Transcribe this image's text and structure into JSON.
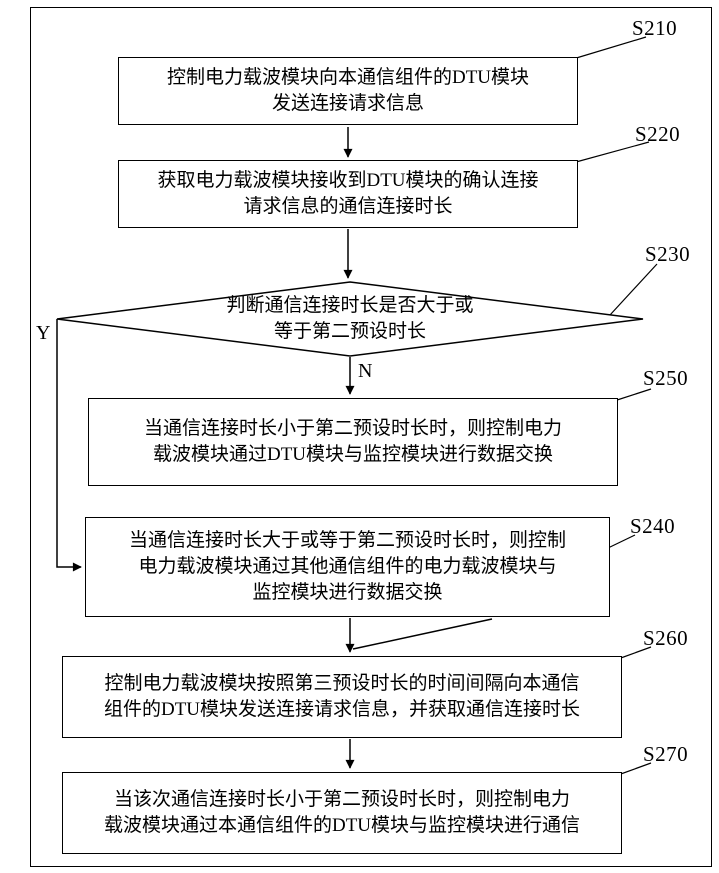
{
  "figure": {
    "background": "#ffffff",
    "line_color": "#000000",
    "type": "flowchart"
  },
  "branch_labels": {
    "yes": "Y",
    "no": "N"
  },
  "steps": {
    "s210": {
      "label": "S210",
      "shape": "process",
      "lines": [
        "控制电力载波模块向本通信组件的DTU模块",
        "发送连接请求信息"
      ]
    },
    "s220": {
      "label": "S220",
      "shape": "process",
      "lines": [
        "获取电力载波模块接收到DTU模块的确认连接",
        "请求信息的通信连接时长"
      ]
    },
    "s230": {
      "label": "S230",
      "shape": "decision",
      "lines": [
        "判断通信连接时长是否大于或",
        "等于第二预设时长"
      ]
    },
    "s250": {
      "label": "S250",
      "shape": "process",
      "lines": [
        "当通信连接时长小于第二预设时长时，则控制电力",
        "载波模块通过DTU模块与监控模块进行数据交换"
      ]
    },
    "s240": {
      "label": "S240",
      "shape": "process",
      "lines": [
        "当通信连接时长大于或等于第二预设时长时，则控制",
        "电力载波模块通过其他通信组件的电力载波模块与",
        "监控模块进行数据交换"
      ]
    },
    "s260": {
      "label": "S260",
      "shape": "process",
      "lines": [
        "控制电力载波模块按照第三预设时长的时间间隔向本通信",
        "组件的DTU模块发送连接请求信息，并获取通信连接时长"
      ]
    },
    "s270": {
      "label": "S270",
      "shape": "process",
      "lines": [
        "当该次通信连接时长小于第二预设时长时，则控制电力",
        "载波模块通过本通信组件的DTU模块与监控模块进行通信"
      ]
    }
  }
}
